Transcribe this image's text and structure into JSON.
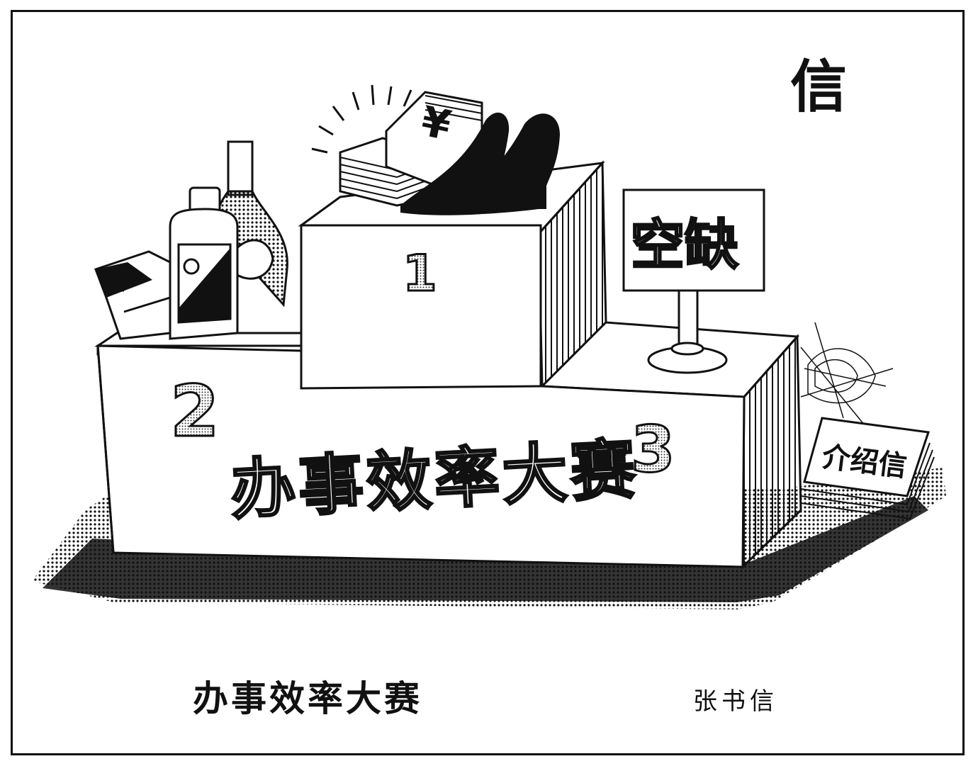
{
  "cartoon": {
    "podium_banner": "办事效率大赛",
    "place_1_number": "1",
    "place_2_number": "2",
    "place_3_number": "3",
    "money_symbol": "¥",
    "empty_sign": "空缺",
    "letter_label": "介绍信",
    "signature_glyph": "信"
  },
  "caption": {
    "title": "办事效率大赛",
    "author": "张书信"
  },
  "colors": {
    "ink": "#111111",
    "paper": "#ffffff",
    "shade": "#555555"
  },
  "icons": [
    "money-stack-icon",
    "high-heel-shoes-icon",
    "liquor-bottle-icon",
    "cigarette-carton-icon",
    "spider-web-icon",
    "letter-book-icon",
    "sign-stand-icon"
  ]
}
